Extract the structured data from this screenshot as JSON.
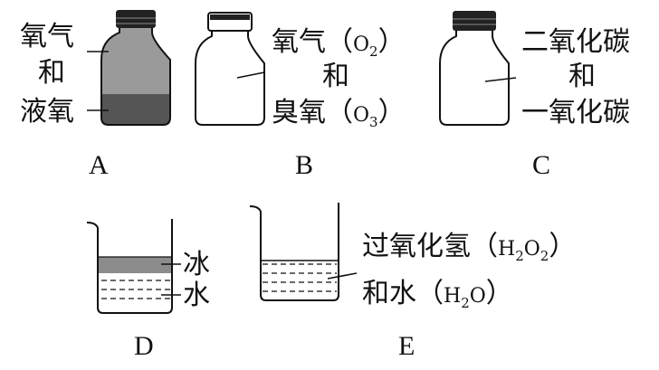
{
  "bottles": {
    "a": {
      "caption": "A",
      "label_top": "氧气",
      "label_mid": "和",
      "label_bottom": "液氧"
    },
    "b": {
      "caption": "B",
      "line1_prefix": "氧气（",
      "line1_formula": "O",
      "line1_sub": "2",
      "line1_suffix": "）",
      "line2": "和",
      "line3_prefix": "臭氧（",
      "line3_formula": "O",
      "line3_sub": "3",
      "line3_suffix": "）"
    },
    "c": {
      "caption": "C",
      "line1": "二氧化碳",
      "line2": "和",
      "line3": "一氧化碳"
    }
  },
  "beakers": {
    "d": {
      "caption": "D",
      "label_top": "冰",
      "label_bottom": "水"
    },
    "e": {
      "caption": "E",
      "line1_prefix": "过氧化氢（",
      "line1_h": "H",
      "line1_sub1": "2",
      "line1_o": "O",
      "line1_sub2": "2",
      "line1_suffix": "）",
      "line2_prefix": "和水（",
      "line2_h": "H",
      "line2_sub": "2",
      "line2_o": "O",
      "line2_suffix": "）"
    }
  },
  "colors": {
    "ink": "#111111",
    "gas_fill": "#9a9a9a",
    "liquid_fill": "#555555",
    "ice_fill": "#8c8c8c",
    "cap_fill": "#222222"
  }
}
